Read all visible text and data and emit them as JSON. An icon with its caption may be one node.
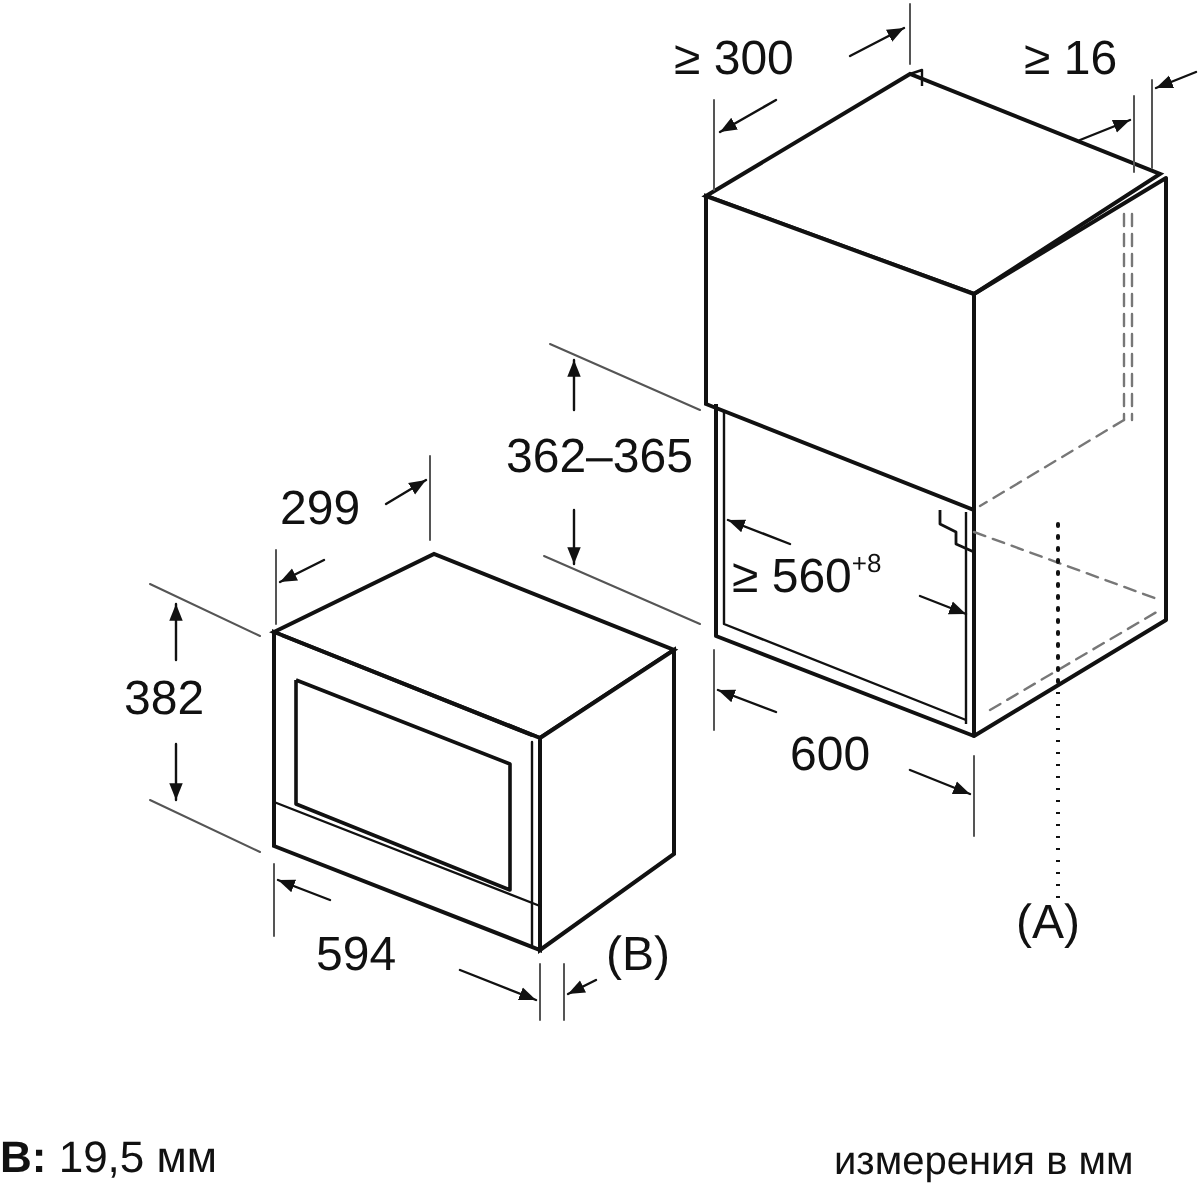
{
  "diagram": {
    "nodes": [
      {
        "text": [
          "(A)"
        ]
      },
      {
        "text": [],
        "shape": "picture"
      }
    ],
    "edges": [
      {
        "from": 0,
        "to": 1,
        "arrow": "none",
        "style": "dashed"
      }
    ],
    "labels": [
      "≥ 300",
      "≥ 16",
      "362–365",
      "299",
      "≥ 560$^{+8}$",
      "382",
      "600",
      "594",
      "(B)",
      "**B:** 19,5 мм",
      "измерения в мм"
    ]
  }
}
